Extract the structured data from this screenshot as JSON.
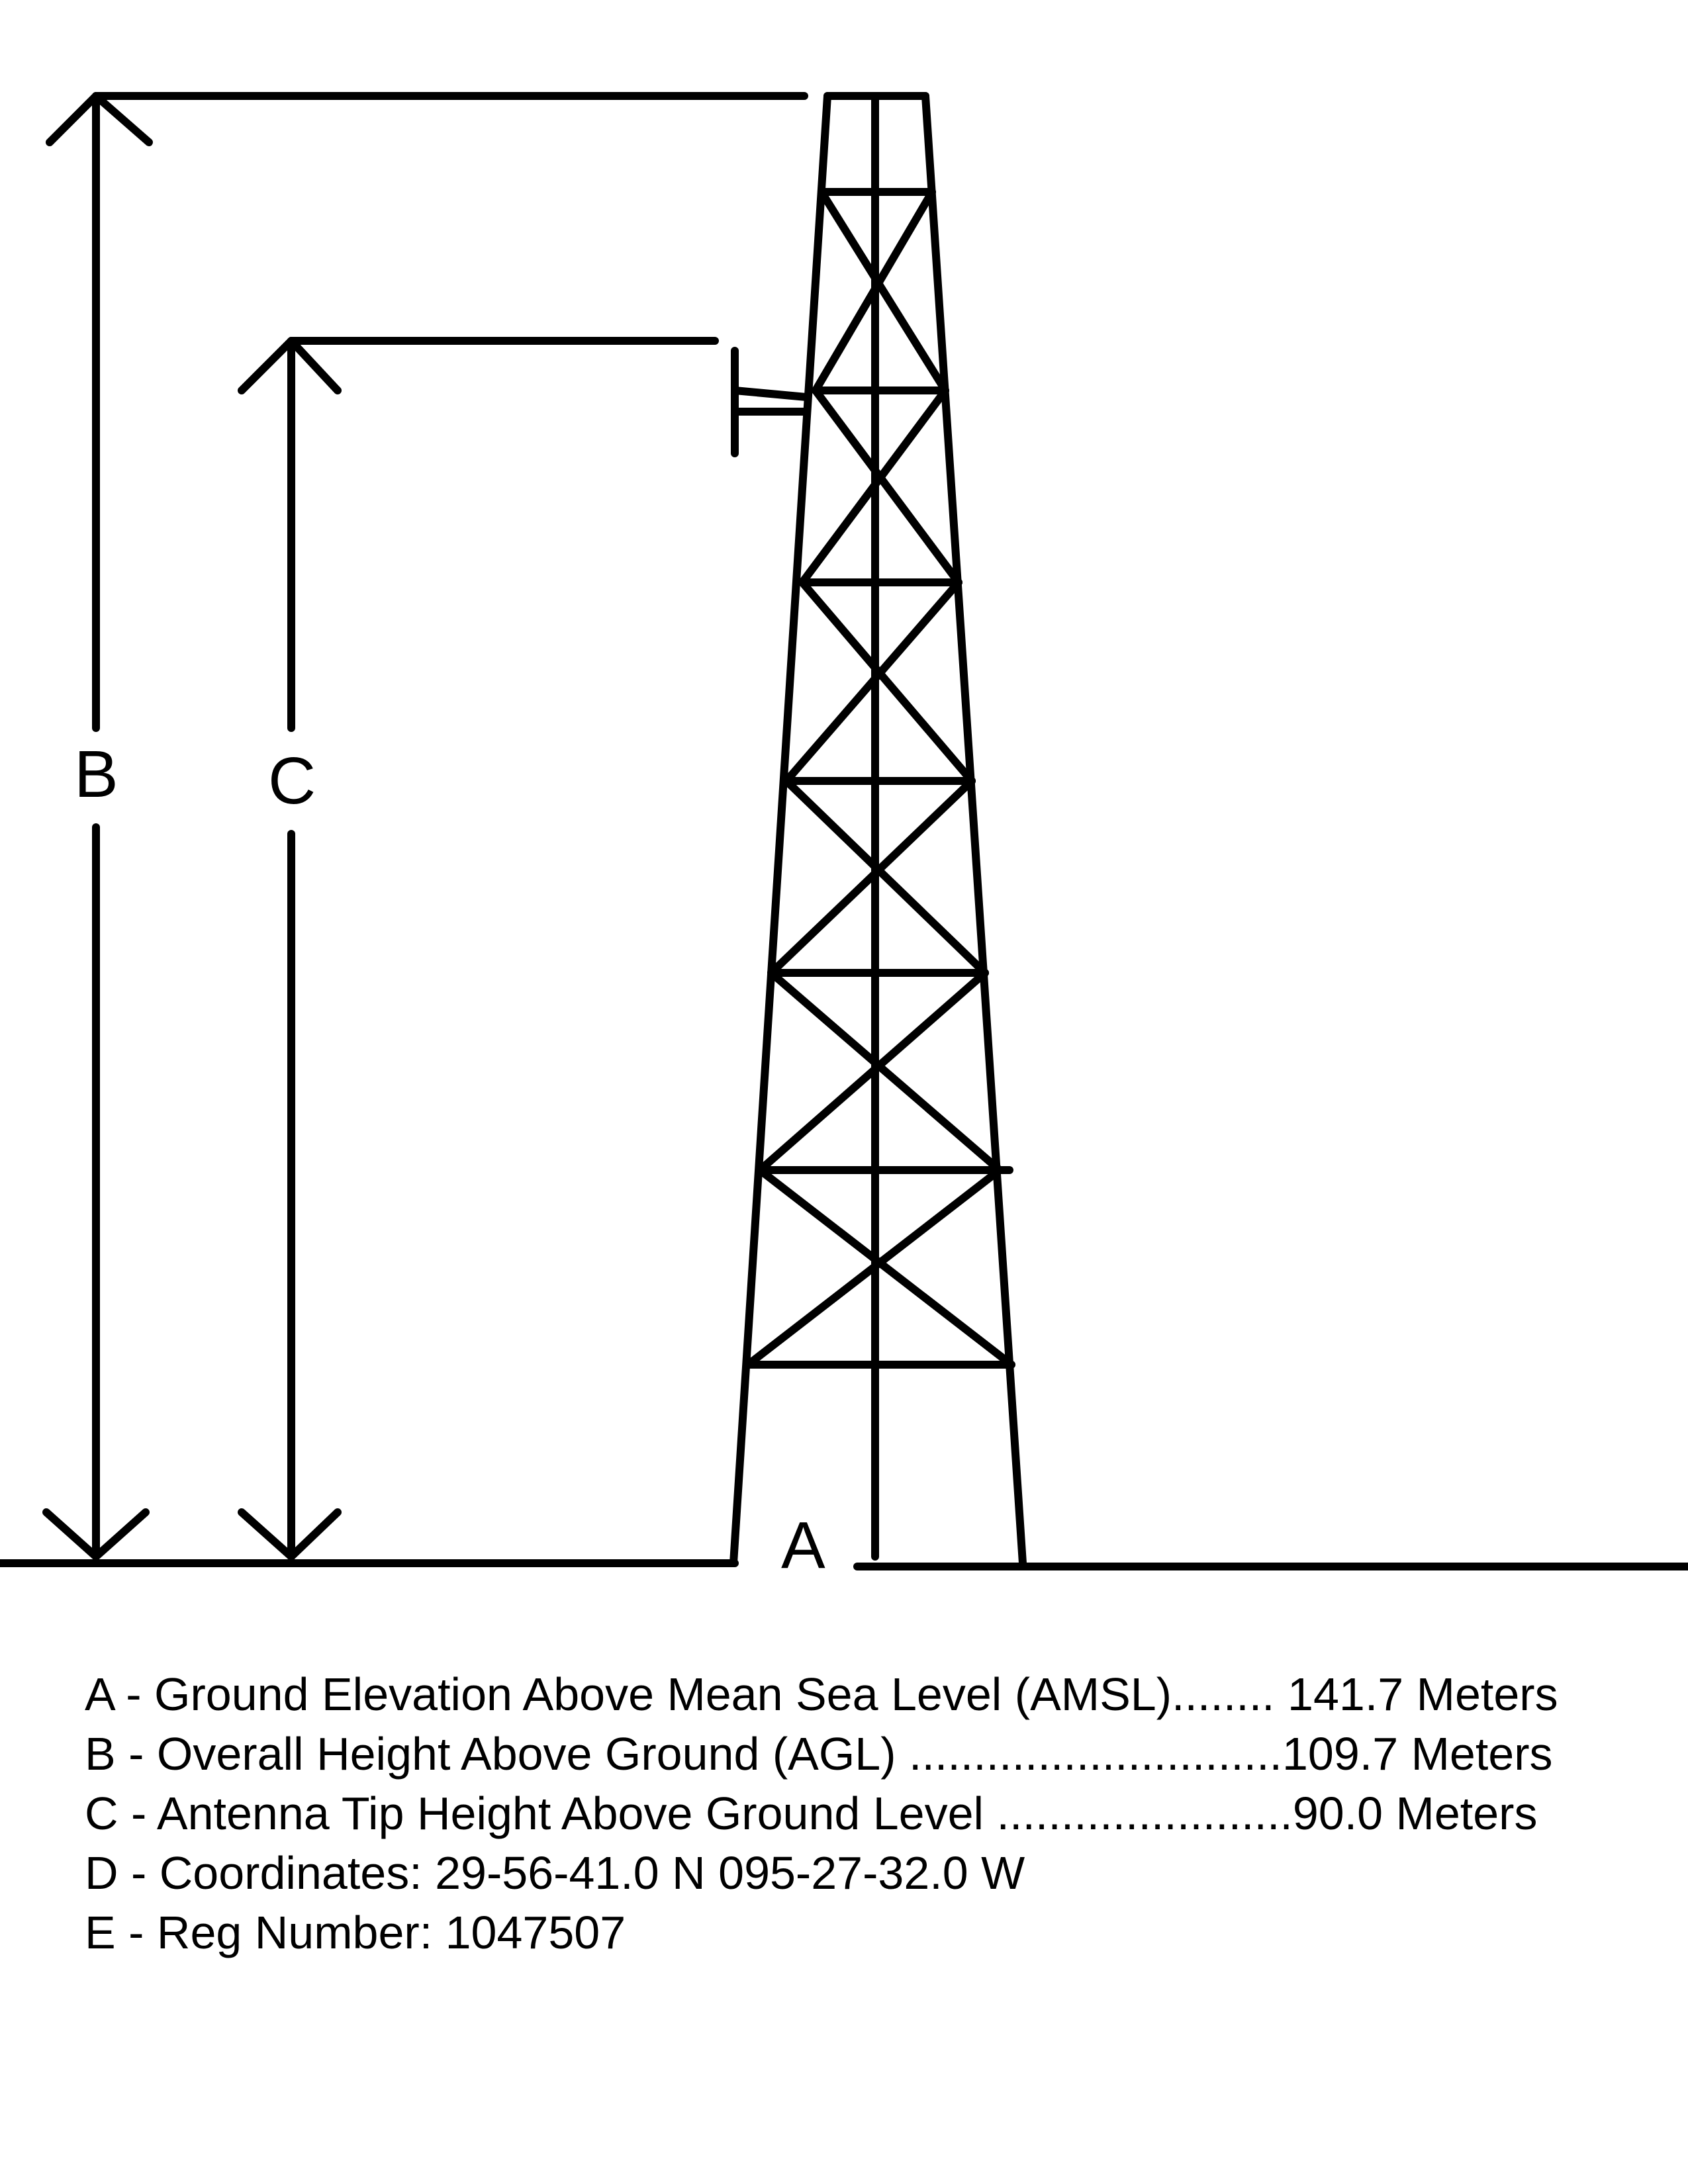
{
  "labels": {
    "a": "A",
    "b": "B",
    "c": "C"
  },
  "legend": [
    "A - Ground Elevation Above Mean Sea Level (AMSL)........ 141.7 Meters",
    "B - Overall Height Above Ground (AGL) .............................109.7 Meters",
    "C - Antenna Tip Height Above Ground Level .......................90.0 Meters",
    "D - Coordinates: 29-56-41.0 N 095-27-32.0 W",
    "E - Reg Number: 1047507"
  ],
  "colors": {
    "line": "#000000",
    "background": "#ffffff"
  }
}
